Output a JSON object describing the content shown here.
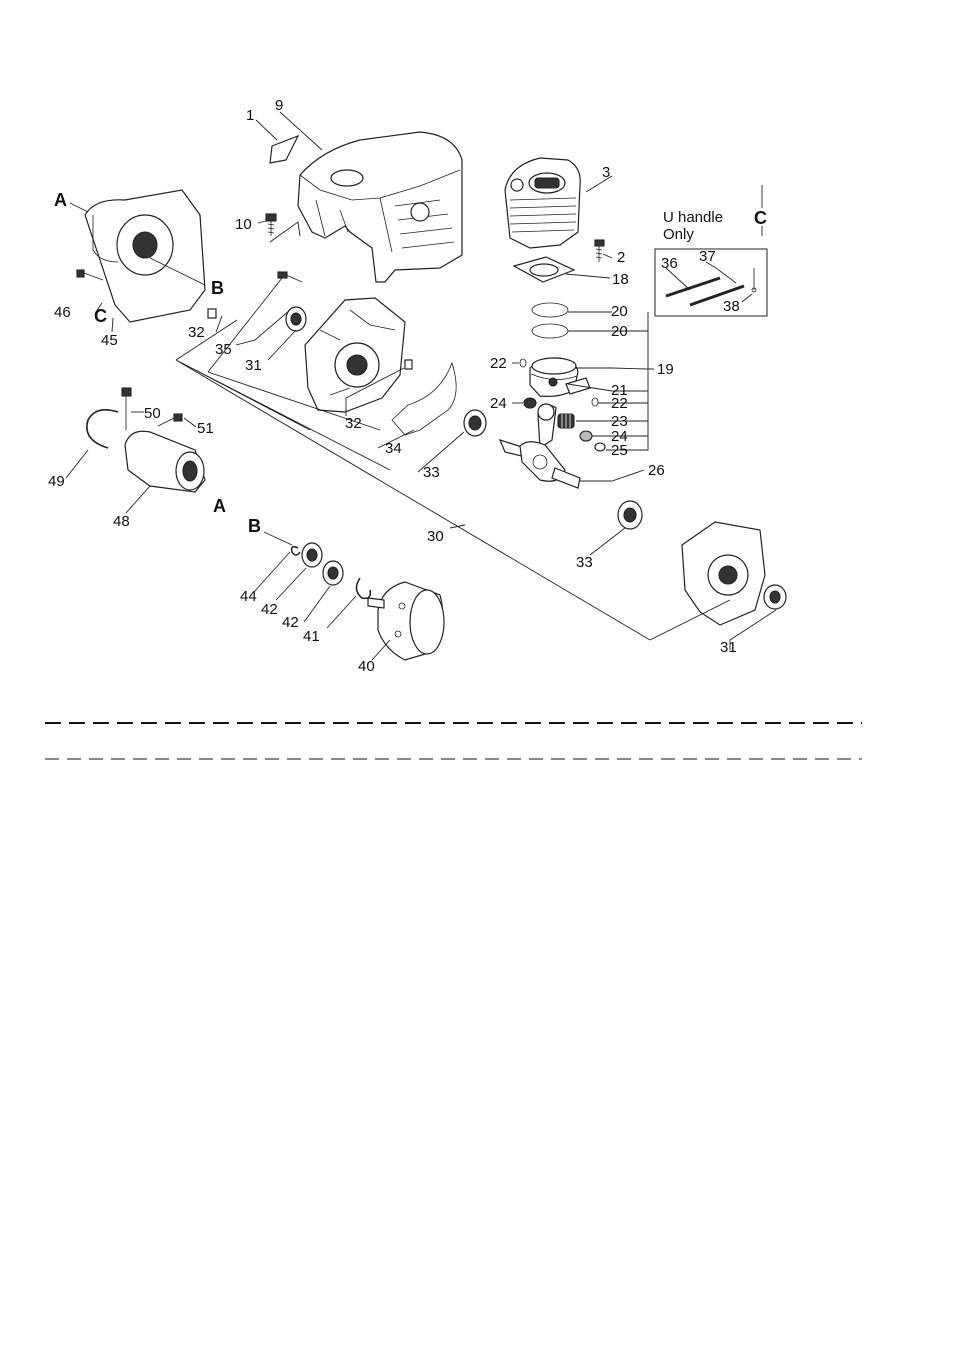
{
  "callouts": {
    "n1": "1",
    "n9": "9",
    "n3": "3",
    "n2": "2",
    "n18": "18",
    "n10": "10",
    "n20a": "20",
    "n20b": "20",
    "n19": "19",
    "n22a": "22",
    "n21": "21",
    "n22b": "22",
    "n24a": "24",
    "n23": "23",
    "n24b": "24",
    "n25": "25",
    "n26": "26",
    "n46": "46",
    "n45": "45",
    "n32a": "32",
    "n35": "35",
    "n31a": "31",
    "n32b": "32",
    "n34": "34",
    "n33a": "33",
    "n30": "30",
    "n33b": "33",
    "n31b": "31",
    "n50": "50",
    "n51": "51",
    "n49": "49",
    "n48": "48",
    "n44": "44",
    "n42a": "42",
    "n42b": "42",
    "n41": "41",
    "n40": "40",
    "n36": "36",
    "n37": "37",
    "n38": "38"
  },
  "reference_letters": {
    "a_top": "A",
    "b_top": "B",
    "c_top": "C",
    "a_bottom": "A",
    "b_bottom": "B",
    "c_box": "C"
  },
  "note": {
    "line1": "U handle",
    "line2": "Only"
  }
}
